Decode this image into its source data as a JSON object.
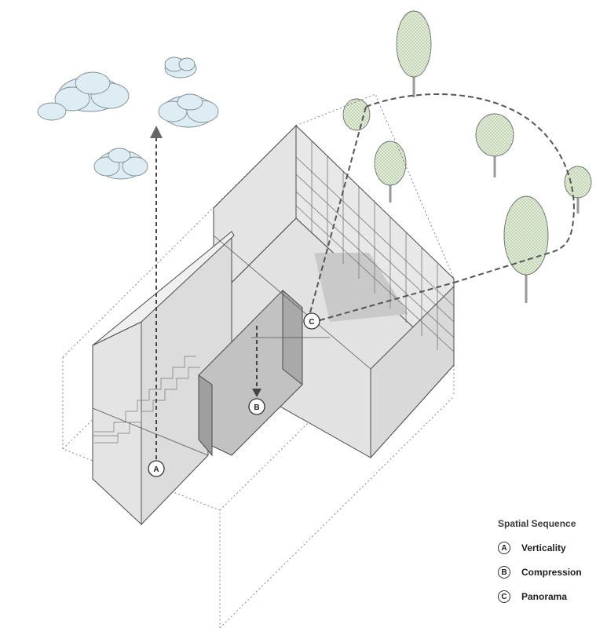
{
  "markers": [
    {
      "letter": "A"
    },
    {
      "letter": "B"
    },
    {
      "letter": "C"
    }
  ],
  "legend": {
    "title": "Spatial Sequence",
    "items": [
      {
        "letter": "A",
        "label": "Verticality"
      },
      {
        "letter": "B",
        "label": "Compression"
      },
      {
        "letter": "C",
        "label": "Panorama"
      }
    ]
  },
  "colors": {
    "glass": "#e6e6e6",
    "mid_grey": "#c9c9c9",
    "dark_grey": "#b2b2b2",
    "cloud_fill": "#deedf3",
    "tree_fill": "#dde9d2",
    "line": "#4a4a4a",
    "path_line": "#555555"
  }
}
